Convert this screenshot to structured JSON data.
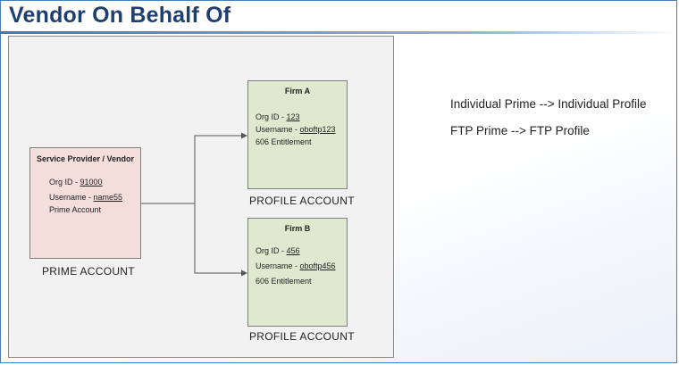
{
  "title": "Vendor On Behalf Of",
  "provider": {
    "heading": "Service Provider / Vendor",
    "org_label": "Org ID - ",
    "org_id": "91000",
    "user_label": "Username - ",
    "username": "name55",
    "account_type": "Prime Account",
    "caption": "PRIME ACCOUNT"
  },
  "firm_a": {
    "heading": "Firm A",
    "org_label": "Org ID - ",
    "org_id": "123",
    "user_label": "Username - ",
    "username": "oboftp123",
    "entitlement": "606 Entitlement",
    "caption": "PROFILE ACCOUNT"
  },
  "firm_b": {
    "heading": "Firm B",
    "org_label": "Org ID - ",
    "org_id": "456",
    "user_label": "Username - ",
    "username": "oboftp456",
    "entitlement": "606 Entitlement",
    "caption": "PROFILE ACCOUNT"
  },
  "notes": [
    "Individual Prime --> Individual Profile",
    "FTP Prime --> FTP Profile"
  ],
  "colors": {
    "title": "#1f3f6e",
    "provider_fill": "#f4dedc",
    "firm_fill": "#dfe9cf",
    "canvas_fill": "#f2f2f2",
    "accent": "#3a78c0"
  }
}
